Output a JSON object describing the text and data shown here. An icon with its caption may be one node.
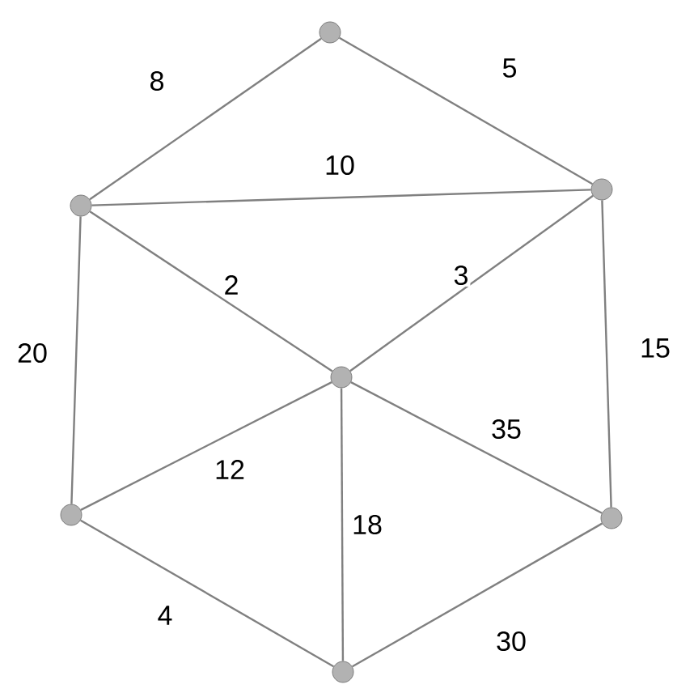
{
  "diagram": {
    "nodes": [
      {
        "text": [],
        "shape": "circle"
      },
      {
        "text": [],
        "shape": "circle"
      },
      {
        "text": [],
        "shape": "circle"
      },
      {
        "text": [],
        "shape": "circle"
      },
      {
        "text": [],
        "shape": "circle"
      },
      {
        "text": [],
        "shape": "circle"
      },
      {
        "text": [],
        "shape": "circle"
      }
    ],
    "edges": [
      {
        "from": 0,
        "to": 1,
        "arrow": "none",
        "label": "8"
      },
      {
        "from": 0,
        "to": 2,
        "arrow": "none",
        "label": "5"
      },
      {
        "from": 1,
        "to": 2,
        "arrow": "none",
        "label": "10"
      },
      {
        "from": 1,
        "to": 3,
        "arrow": "none",
        "label": "2"
      },
      {
        "from": 2,
        "to": 3,
        "arrow": "none",
        "label": "3"
      },
      {
        "from": 1,
        "to": 4,
        "arrow": "none",
        "label": "20"
      },
      {
        "from": 2,
        "to": 5,
        "arrow": "none",
        "label": "15"
      },
      {
        "from": 3,
        "to": 4,
        "arrow": "none",
        "label": "12"
      },
      {
        "from": 3,
        "to": 5,
        "arrow": "none",
        "label": "35"
      },
      {
        "from": 3,
        "to": 6,
        "arrow": "none",
        "label": "18"
      },
      {
        "from": 4,
        "to": 6,
        "arrow": "none",
        "label": "4"
      },
      {
        "from": 5,
        "to": 6,
        "arrow": "none",
        "label": "30"
      }
    ]
  }
}
